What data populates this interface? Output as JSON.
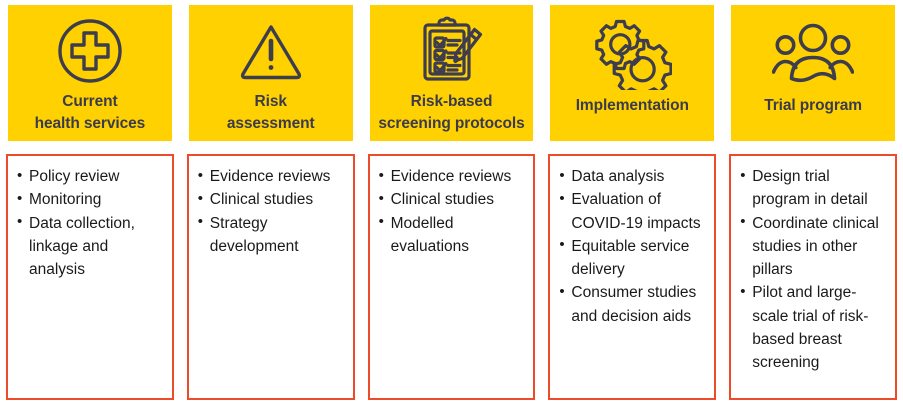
{
  "colors": {
    "card_yellow": "#FFD100",
    "card_border_red": "#EE4B2B",
    "title_text": "#3b3b4b",
    "bullet_text": "#1a1a1a",
    "icon_stroke": "#3d3d4d",
    "background": "#FFFFFF"
  },
  "pillars": [
    {
      "id": "current-health-services",
      "icon": "medical-cross-circle-icon",
      "title": "Current\nhealth services",
      "bullets": [
        "Policy review",
        "Monitoring",
        "Data collection, linkage and analysis"
      ]
    },
    {
      "id": "risk-assessment",
      "icon": "warning-triangle-icon",
      "title": "Risk\nassessment",
      "bullets": [
        "Evidence reviews",
        "Clinical studies",
        "Strategy development"
      ]
    },
    {
      "id": "risk-based-screening-protocols",
      "icon": "clipboard-checklist-pencil-icon",
      "title": "Risk-based\nscreening protocols",
      "bullets": [
        "Evidence reviews",
        "Clinical studies",
        "Modelled evaluations"
      ]
    },
    {
      "id": "implementation",
      "icon": "gears-icon",
      "title": "Implementation",
      "bullets": [
        "Data analysis",
        "Evaluation of COVID-19 impacts",
        "Equitable service delivery",
        "Consumer studies and decision aids"
      ]
    },
    {
      "id": "trial-program",
      "icon": "people-group-icon",
      "title": "Trial program",
      "bullets": [
        "Design trial program in detail",
        "Coordinate clinical studies in other pillars",
        "Pilot and large-scale trial of risk-based breast screening"
      ]
    }
  ]
}
